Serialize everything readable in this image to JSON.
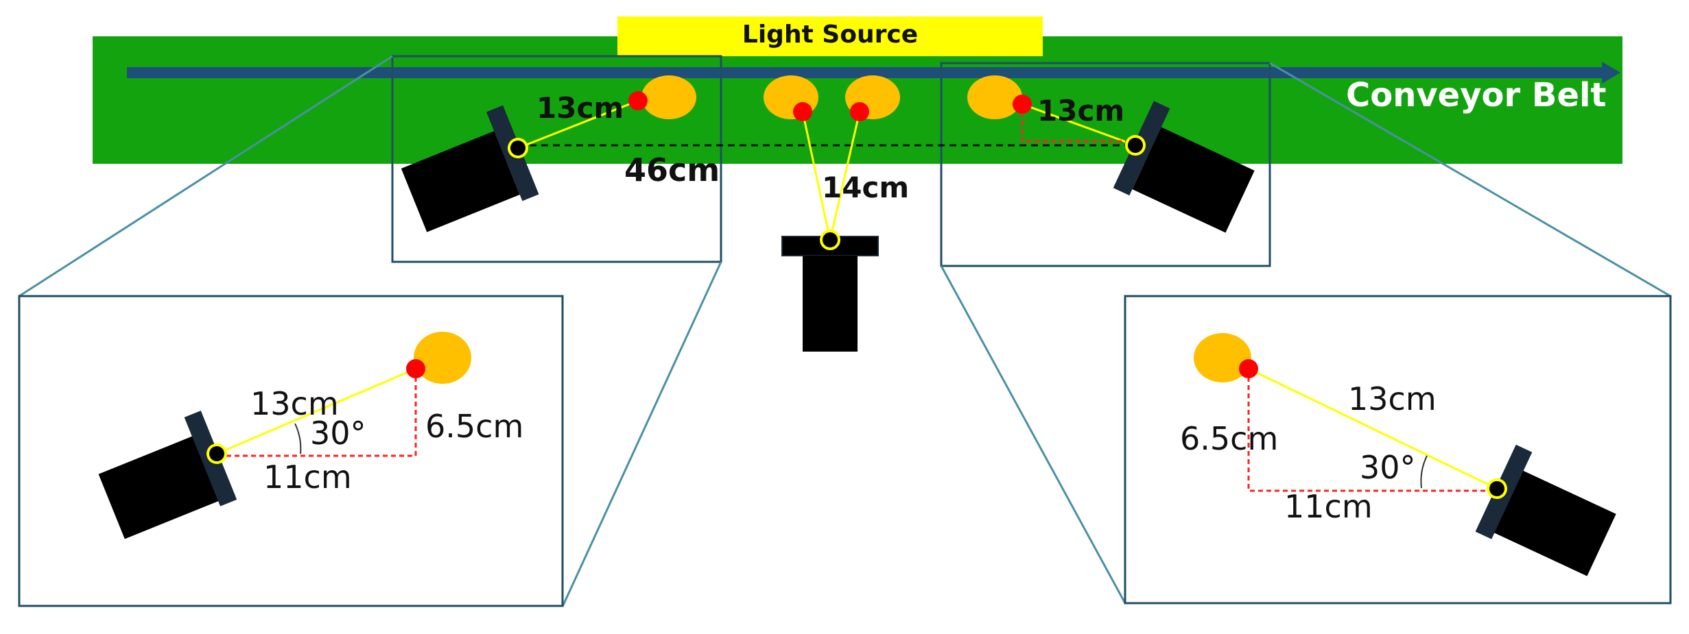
{
  "colors": {
    "belt": "#13a30f",
    "light_source": "#ffff00",
    "object": "#ffc000",
    "marker": "#ff0000",
    "camera": "#000000",
    "frame": "#1f4e66",
    "guide_line": "#ffff00",
    "dashed_red": "#ff0000",
    "arrow": "#1f4e79"
  },
  "light_source": {
    "label": "Light Source"
  },
  "conveyor": {
    "label": "Conveyor Belt"
  },
  "top_view": {
    "left_distance": "13cm",
    "right_distance": "13cm",
    "center_distance": "14cm",
    "span_distance": "46cm"
  },
  "left_inset": {
    "hypotenuse": "13cm",
    "angle": "30°",
    "vertical": "6.5cm",
    "horizontal": "11cm"
  },
  "right_inset": {
    "hypotenuse": "13cm",
    "angle": "30°",
    "vertical": "6.5cm",
    "horizontal": "11cm"
  }
}
